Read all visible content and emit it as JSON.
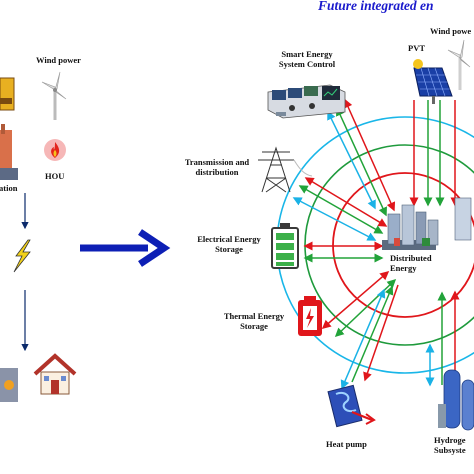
{
  "title": "Future integrated en",
  "left": {
    "wind_label": "Wind power",
    "hou_label": "HOU",
    "generation_label": "ation"
  },
  "nodes": {
    "smart_control": "Smart Energy\nSystem Control",
    "pvt": "PVT",
    "wind": "Wind powe",
    "transmission": "Transmission and\ndistribution",
    "electrical_storage": "Electrical Energy\nStorage",
    "distributed": "Distributed\nEnergy",
    "thermal_storage": "Thermal Energy\nStorage",
    "heat_pump": "Heat pump",
    "hydrogen": "Hydroge\nSubsyste"
  },
  "colors": {
    "title": "#1a1acc",
    "arrow_main": "#0d1fb5",
    "red_ring": "#e0161b",
    "green_ring": "#1e9a3c",
    "blue_ring": "#19b6e8",
    "red_line": "#e0161b",
    "green_line": "#22a339",
    "blue_line": "#1ab2e6",
    "lightning": "#f2d11b",
    "battery_green": "#3cb04a"
  },
  "icons": [
    "wind-turbine-icon",
    "power-plant-icon",
    "fire-icon",
    "lightning-icon",
    "house-icon",
    "control-room-icon",
    "solar-panel-icon",
    "transmission-tower-icon",
    "battery-icon",
    "city-icon",
    "thermal-battery-icon",
    "heat-pump-icon",
    "hydrogen-tank-icon"
  ]
}
